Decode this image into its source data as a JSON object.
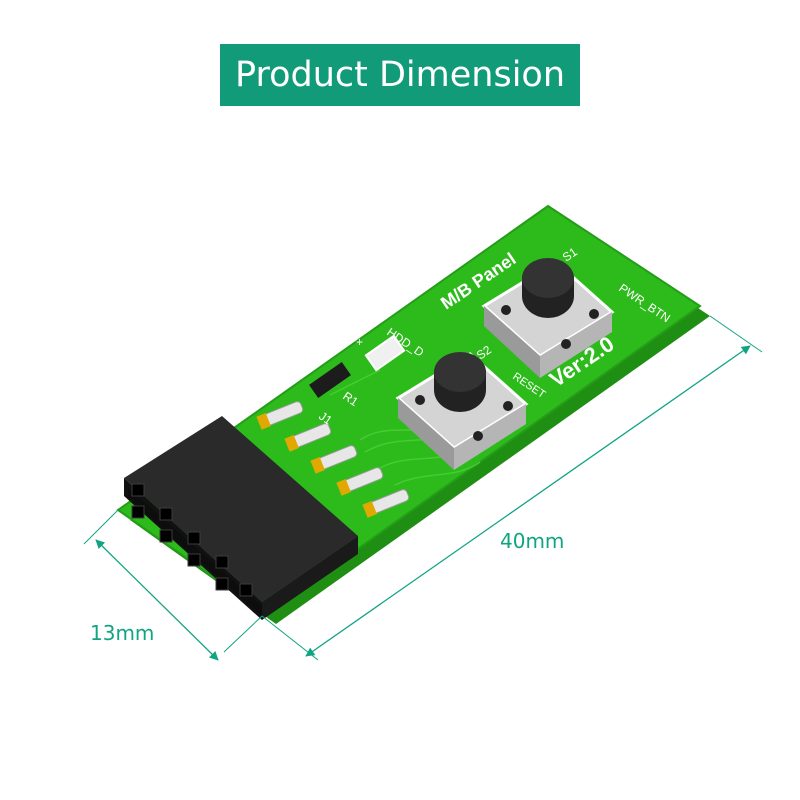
{
  "title": "Product Dimension",
  "colors": {
    "accent": "#129b79",
    "pcb": "#2dbb1c",
    "dimension": "#11a483",
    "header": "#1a1a1a"
  },
  "board": {
    "panel_label": "M/B Panel",
    "version": "Ver:2.0",
    "s1": "S1",
    "pwr_btn": "PWR_BTN",
    "s2": "S2",
    "reset": "RESET",
    "hdd": "HDD_D",
    "plus": "+",
    "r1": "R1",
    "j1": "J1"
  },
  "dimensions": {
    "length": "40mm",
    "width": "13mm"
  }
}
